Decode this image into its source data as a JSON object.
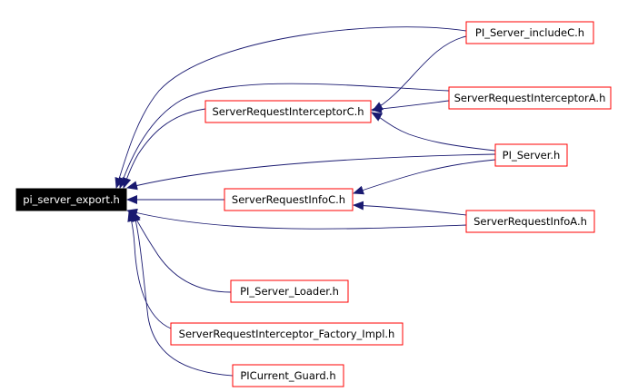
{
  "diagram": {
    "root": {
      "id": "root",
      "label": "pi_server_export.h"
    },
    "nodes": [
      {
        "id": "n1",
        "label": "PI_Server_includeC.h"
      },
      {
        "id": "n2",
        "label": "ServerRequestInterceptorA.h"
      },
      {
        "id": "n3",
        "label": "ServerRequestInterceptorC.h"
      },
      {
        "id": "n4",
        "label": "PI_Server.h"
      },
      {
        "id": "n5",
        "label": "ServerRequestInfoC.h"
      },
      {
        "id": "n6",
        "label": "ServerRequestInfoA.h"
      },
      {
        "id": "n7",
        "label": "PI_Server_Loader.h"
      },
      {
        "id": "n8",
        "label": "ServerRequestInterceptor_Factory_Impl.h"
      },
      {
        "id": "n9",
        "label": "PICurrent_Guard.h"
      }
    ],
    "edges": [
      {
        "from": "n1",
        "to": "root"
      },
      {
        "from": "n1",
        "to": "n3"
      },
      {
        "from": "n2",
        "to": "root"
      },
      {
        "from": "n2",
        "to": "n3"
      },
      {
        "from": "n3",
        "to": "root"
      },
      {
        "from": "n4",
        "to": "root"
      },
      {
        "from": "n4",
        "to": "n3"
      },
      {
        "from": "n4",
        "to": "n5"
      },
      {
        "from": "n5",
        "to": "root"
      },
      {
        "from": "n6",
        "to": "root"
      },
      {
        "from": "n6",
        "to": "n5"
      },
      {
        "from": "n7",
        "to": "root"
      },
      {
        "from": "n8",
        "to": "root"
      },
      {
        "from": "n9",
        "to": "root"
      }
    ],
    "colors": {
      "root_fill": "#000000",
      "root_text": "#ffffff",
      "node_border": "#ff0000",
      "node_fill": "#ffffff",
      "edge": "#191970",
      "background": "#ffffff"
    }
  }
}
